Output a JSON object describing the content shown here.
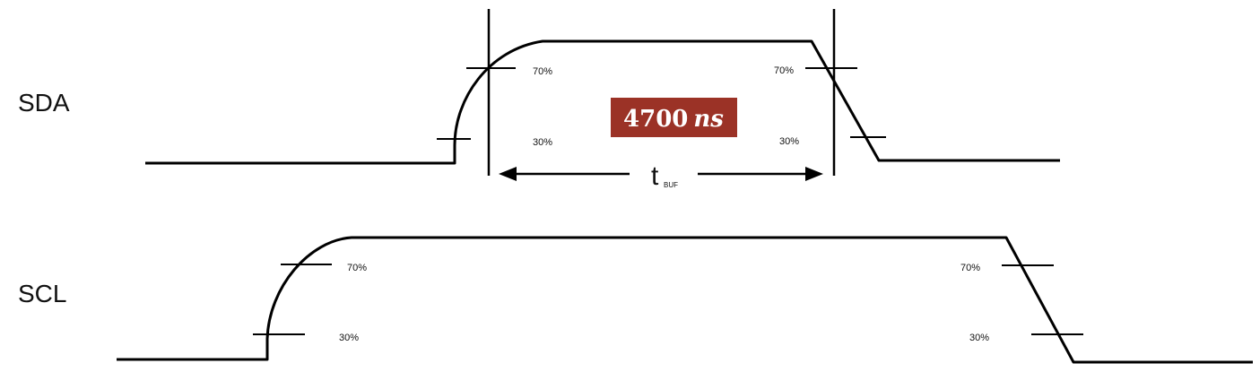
{
  "signals": {
    "sda": "SDA",
    "scl": "SCL"
  },
  "levels": {
    "high": "70%",
    "low": "30%"
  },
  "timing": {
    "symbol": "t",
    "subscript": "BUF",
    "badge_value": "4700",
    "badge_unit": "ns"
  },
  "colors": {
    "badge_background": "#9b3226",
    "line": "#000000"
  }
}
